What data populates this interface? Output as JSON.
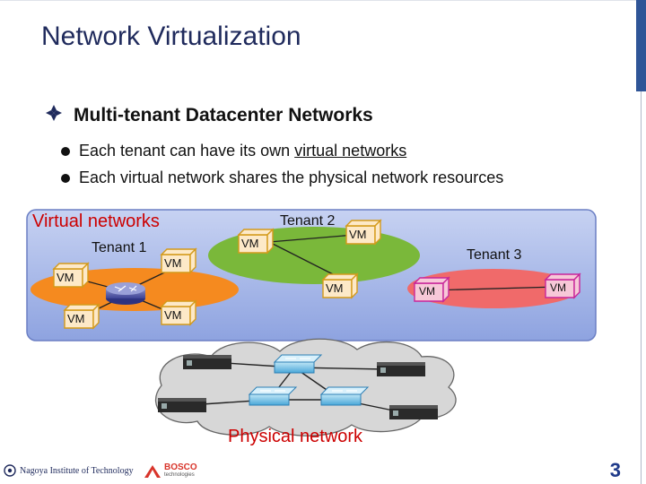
{
  "slide": {
    "title": "Network Virtualization",
    "heading": "Multi-tenant Datacenter Networks",
    "bullets": [
      {
        "prefix": "Each tenant can have its own ",
        "underlined": "virtual networks"
      },
      {
        "text": "Each virtual network shares the physical network resources"
      }
    ],
    "page_number": "3"
  },
  "diagram": {
    "virtual_label": "Virtual networks",
    "physical_label": "Physical network",
    "tenants": [
      {
        "name": "Tenant 1",
        "color": "#f58a1f"
      },
      {
        "name": "Tenant 2",
        "color": "#7ab83a"
      },
      {
        "name": "Tenant 3",
        "color": "#f06a6a"
      }
    ],
    "vm_label": "VM",
    "vm_border_color": "#d49a1a",
    "vm_fill_color": "#fde9c8",
    "tenant3_vm_color": "#c8269a"
  },
  "footer": {
    "left_logo": "Nagoya Institute of Technology",
    "right_logo_main": "BOSCO",
    "right_logo_sub": "technologies"
  }
}
